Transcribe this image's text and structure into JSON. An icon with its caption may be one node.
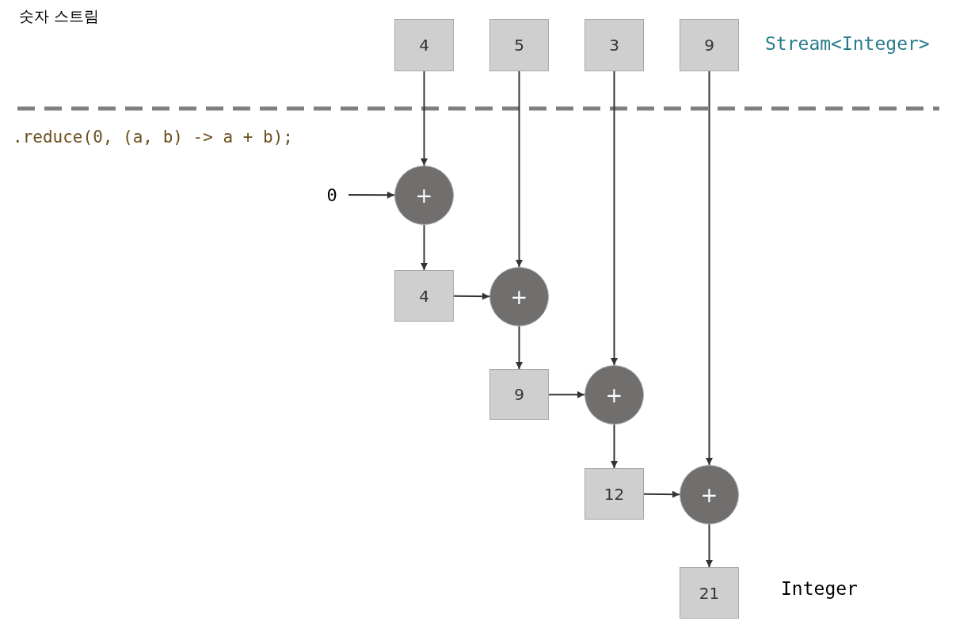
{
  "diagram": {
    "title": "숫자 스트림",
    "nodes": [
      {
        "text": [
          "4"
        ]
      },
      {
        "text": [
          "5"
        ]
      },
      {
        "text": [
          "3"
        ]
      },
      {
        "text": [
          "9"
        ]
      },
      {
        "text": [
          "0"
        ]
      },
      {
        "text": [
          "+"
        ]
      },
      {
        "text": [
          "4"
        ]
      },
      {
        "text": [
          "+"
        ]
      },
      {
        "text": [
          "9"
        ]
      },
      {
        "text": [
          "+"
        ]
      },
      {
        "text": [
          "12"
        ]
      },
      {
        "text": [
          "+"
        ]
      },
      {
        "text": [
          "21"
        ]
      }
    ],
    "edges": [
      {
        "from": 0,
        "to": 5,
        "arrow": "to"
      },
      {
        "from": 4,
        "to": 5,
        "arrow": "to"
      },
      {
        "from": 5,
        "to": 6,
        "arrow": "to"
      },
      {
        "from": 6,
        "to": 7,
        "arrow": "to"
      },
      {
        "from": 1,
        "to": 7,
        "arrow": "to"
      },
      {
        "from": 7,
        "to": 8,
        "arrow": "to"
      },
      {
        "from": 8,
        "to": 9,
        "arrow": "to"
      },
      {
        "from": 2,
        "to": 9,
        "arrow": "to"
      },
      {
        "from": 9,
        "to": 10,
        "arrow": "to"
      },
      {
        "from": 10,
        "to": 11,
        "arrow": "to"
      },
      {
        "from": 3,
        "to": 11,
        "arrow": "to"
      },
      {
        "from": 11,
        "to": 12,
        "arrow": "to"
      }
    ],
    "labels": [
      "Stream<Integer>",
      ".reduce(0, (a, b) -> a + b);",
      "Integer"
    ]
  }
}
